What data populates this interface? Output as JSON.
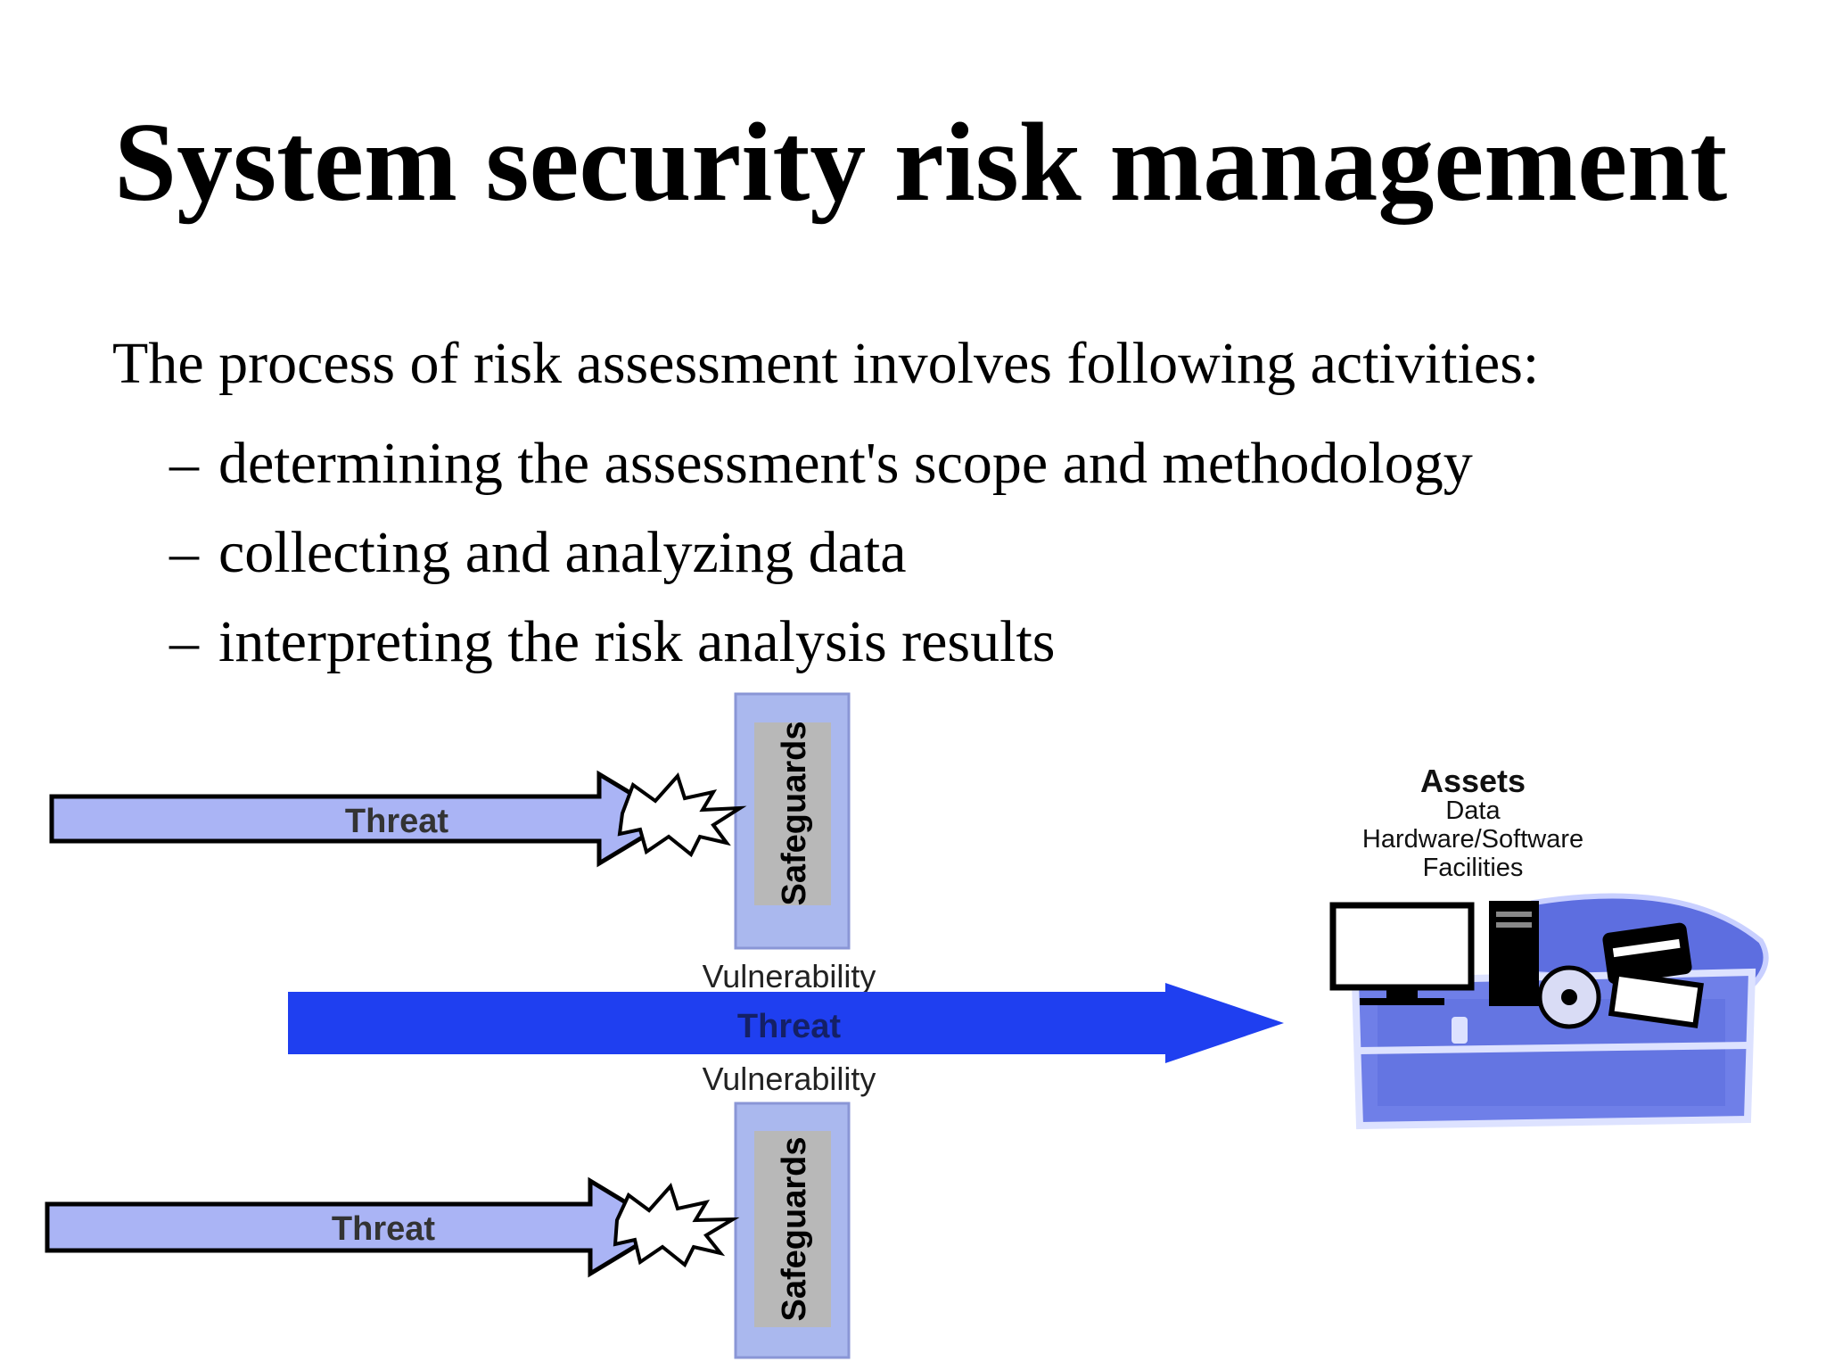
{
  "title": "System security risk management",
  "intro": "The process of risk assessment involves following activities:",
  "bullet_marker": "–",
  "bullets": [
    "determining the assessment's scope and methodology",
    "collecting and analyzing data",
    "interpreting the risk analysis results"
  ],
  "diagram": {
    "threat_top": "Threat",
    "threat_middle": "Threat",
    "threat_bottom": "Threat",
    "safeguards_top": "Safeguards",
    "safeguards_bottom": "Safeguards",
    "vulnerability_above": "Vulnerability",
    "vulnerability_below": "Vulnerability",
    "assets": {
      "heading": "Assets",
      "items": [
        "Data",
        "Hardware/Software",
        "Facilities"
      ]
    },
    "colors": {
      "light_arrow": "#aab4f5",
      "main_arrow": "#1f3ff0",
      "safeguard_bar": "#aab8ee",
      "safeguard_label_bg": "#b8b8b8",
      "chest": "#6f7fe8"
    }
  }
}
